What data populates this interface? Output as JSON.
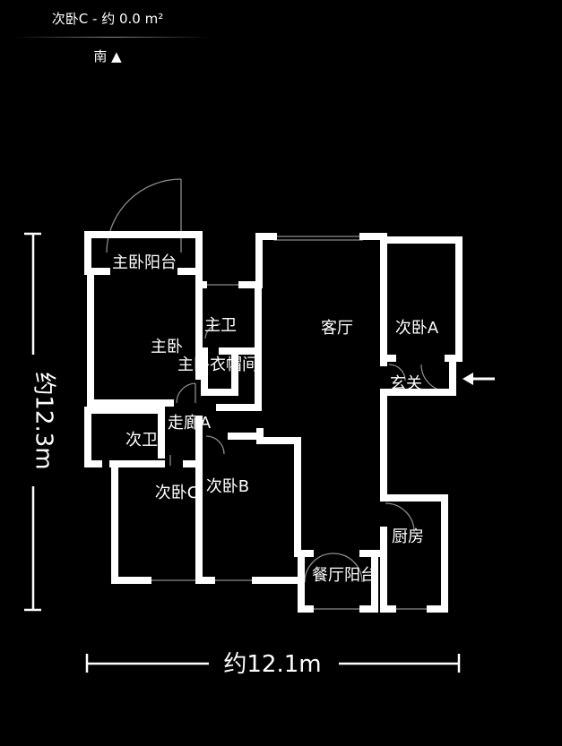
{
  "header": {
    "title": "次卧C - 约 0.0 m²",
    "compass": "南 ▲"
  },
  "dimensions": {
    "width_label": "约12.1m",
    "height_label": "约12.3m"
  },
  "rooms": {
    "master_balcony": "主卧阳台",
    "master_bedroom": "主卧",
    "master_bath": "主卫",
    "master_closet": "主卧衣帽间",
    "living_room": "客厅",
    "bedroom_a": "次卧A",
    "entrance": "玄关",
    "corridor_a": "走廊A",
    "second_bath": "次卫",
    "bedroom_c": "次卧C",
    "bedroom_b": "次卧B",
    "kitchen": "厨房",
    "dining_balcony": "餐厅阳台"
  },
  "colors": {
    "background": "#000000",
    "wall": "#ffffff",
    "door": "#8a8a8a"
  },
  "icons": {
    "entry": "entry-arrow-icon"
  }
}
